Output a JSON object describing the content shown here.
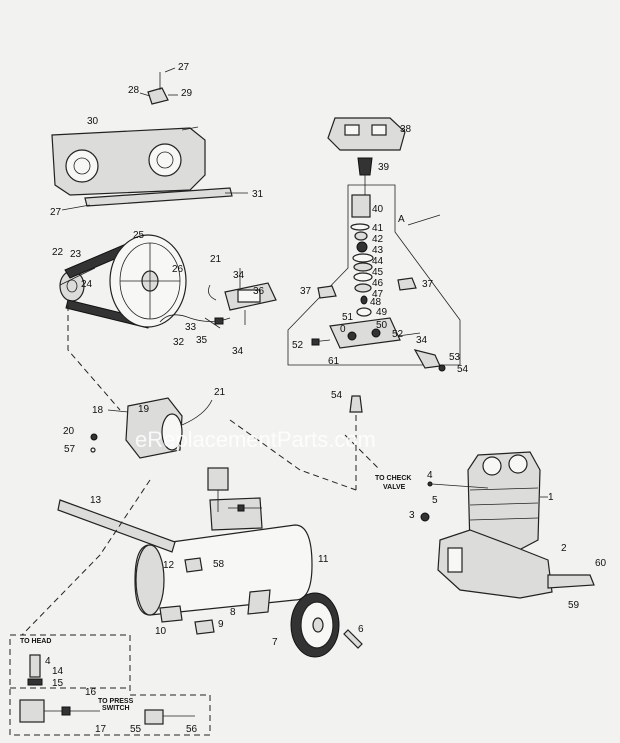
{
  "watermark": "eReplacementParts.com",
  "callouts": {
    "c1": "1",
    "c2": "2",
    "c3": "3",
    "c4": "4",
    "c5": "5",
    "c6": "6",
    "c7": "7",
    "c8": "8",
    "c9": "9",
    "c10": "10",
    "c11": "11",
    "c12": "12",
    "c13": "13",
    "c14": "14",
    "c15": "15",
    "c16": "16",
    "c17": "17",
    "c18": "18",
    "c19": "19",
    "c20": "20",
    "c21a": "21",
    "c21b": "21",
    "c22": "22",
    "c23": "23",
    "c24": "24",
    "c25": "25",
    "c26": "26",
    "c27a": "27",
    "c27b": "27",
    "c28": "28",
    "c29": "29",
    "c30": "30",
    "c31": "31",
    "c32": "32",
    "c33": "33",
    "c34a": "34",
    "c34b": "34",
    "c34c": "34",
    "c35": "35",
    "c36": "36",
    "c37a": "37",
    "c37b": "37",
    "c38": "38",
    "c39": "39",
    "c40": "40",
    "c41": "41",
    "c42": "42",
    "c43": "43",
    "c44": "44",
    "c45": "45",
    "c46": "46",
    "c47": "47",
    "c48": "48",
    "c49": "49",
    "c50": "50",
    "c51": "51",
    "c52a": "52",
    "c52b": "52",
    "c53": "53",
    "c54a": "54",
    "c54b": "54",
    "c55": "55",
    "c56": "56",
    "c57": "57",
    "c58": "58",
    "c59": "59",
    "c60": "60",
    "c61": "61",
    "cA": "A",
    "c0": "0"
  },
  "notes": {
    "check_valve_1": "TO CHECK",
    "check_valve_2": "VALVE",
    "to_head": "TO HEAD",
    "to_press_1": "TO PRESS",
    "to_press_2": "SWITCH"
  }
}
